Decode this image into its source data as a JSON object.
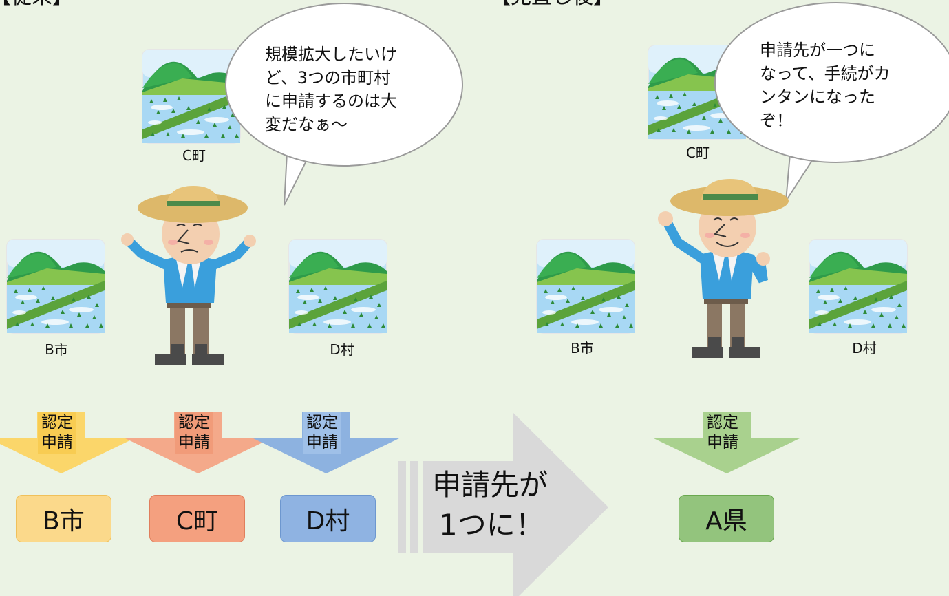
{
  "before": {
    "title": "【従来】",
    "bubble_lines": [
      "規模拡大したいけ",
      "ど、3つの市町村",
      "に申請するのは大",
      "変だなぁ～"
    ],
    "field_labels": {
      "c": "C町",
      "b": "B市",
      "d": "D村"
    },
    "arrows": [
      {
        "line1": "認定",
        "line2": "申請",
        "color": "#fbd66a",
        "label_bg": "#f8cc52"
      },
      {
        "line1": "認定",
        "line2": "申請",
        "color": "#f4a98a",
        "label_bg": "#f19b79"
      },
      {
        "line1": "認定",
        "line2": "申請",
        "color": "#8db2e0",
        "label_bg": "#9fc0e8"
      }
    ],
    "boxes": [
      {
        "label": "B市",
        "color": "#fbd98b",
        "border": "#f0c05a"
      },
      {
        "label": "C町",
        "color": "#f4a07f",
        "border": "#e07e5c"
      },
      {
        "label": "D村",
        "color": "#8fb3e2",
        "border": "#6d97cf"
      }
    ]
  },
  "transition": {
    "line1": "申請先が",
    "line2": "1つに！",
    "color": "#d9d9d9"
  },
  "after": {
    "title": "【見直し後】",
    "bubble_lines": [
      "申請先が一つに",
      "なって、手続がカ",
      "ンタンになった",
      "ぞ！"
    ],
    "field_labels": {
      "c": "C町",
      "b": "B市",
      "d": "D村"
    },
    "arrow": {
      "line1": "認定",
      "line2": "申請",
      "color": "#a9d18e",
      "label_bg": "#a9d18e"
    },
    "box": {
      "label": "A県",
      "color": "#93c47d",
      "border": "#6aa84f"
    }
  }
}
